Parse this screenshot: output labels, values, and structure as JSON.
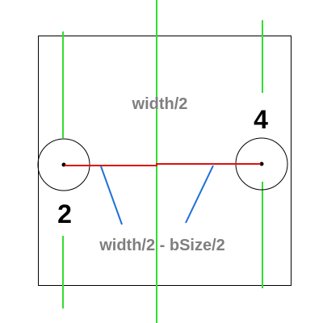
{
  "labels": {
    "top_formula": "width/2",
    "bottom_formula": "width/2 - bSize/2",
    "left_number": "2",
    "right_number": "4"
  },
  "colors": {
    "box_stroke": "#000000",
    "guide_lines": "#33dd33",
    "measure_line": "#dd1111",
    "pointer_lines": "#1e6fd9",
    "formula_text": "#7f7f7f",
    "number_text": "#000000"
  }
}
